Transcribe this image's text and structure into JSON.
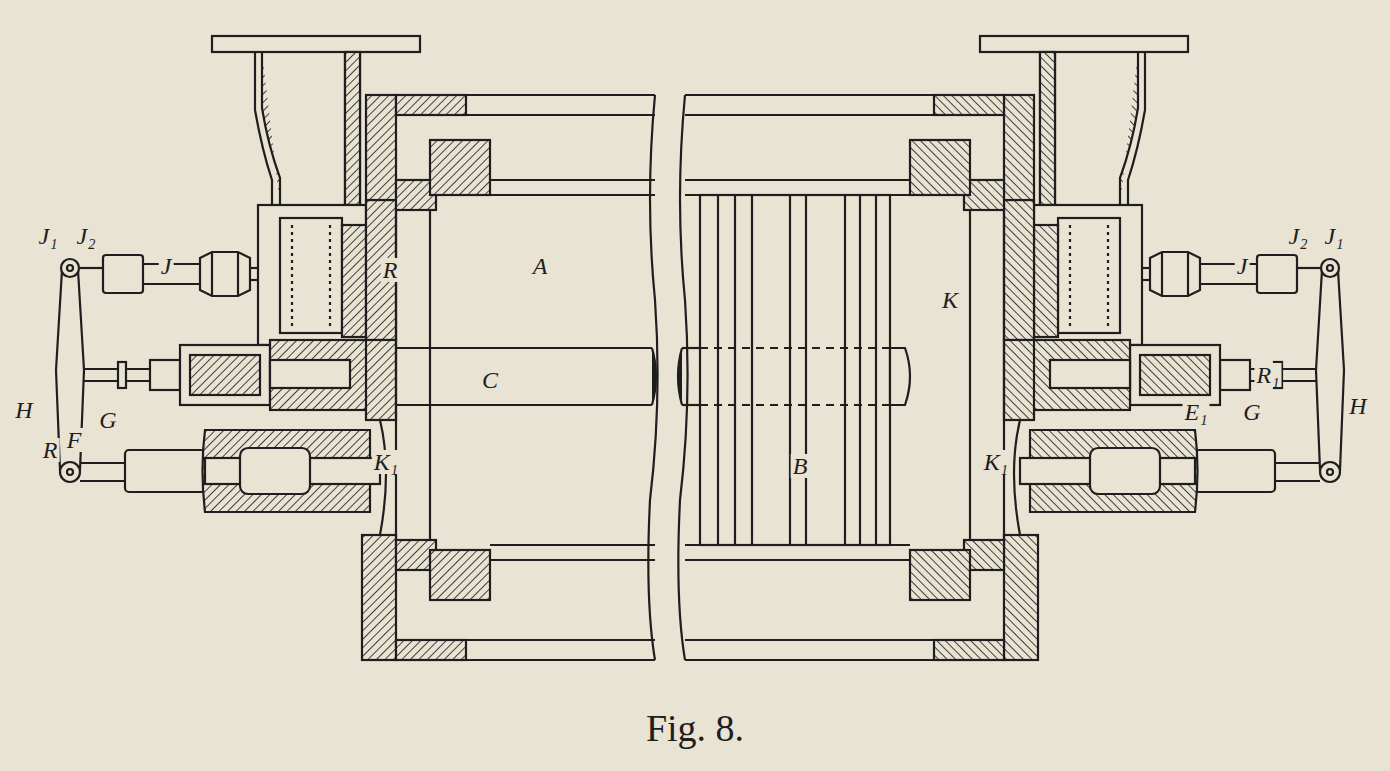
{
  "diagram": {
    "caption": "Fig. 8.",
    "labels": [
      "J₁",
      "J₂",
      "J",
      "R",
      "A",
      "C",
      "H",
      "G",
      "R",
      "F",
      "K₁",
      "B",
      "K",
      "J",
      "J₂",
      "J₁",
      "R₁",
      "E₁",
      "G",
      "H",
      "K₁"
    ]
  }
}
